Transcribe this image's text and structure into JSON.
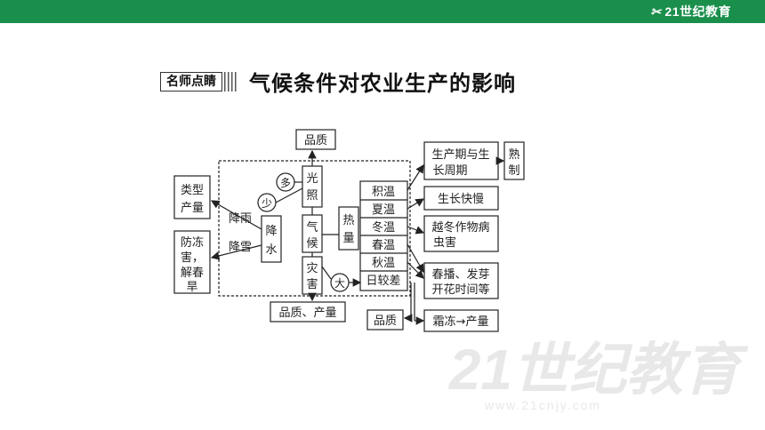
{
  "header": {
    "logo_text": "21世纪教育",
    "logo_mark": "✂"
  },
  "tag": {
    "label": "名师点睛"
  },
  "title": "气候条件对农业生产的影响",
  "watermark": {
    "main": "21世纪教育",
    "url": "www.21cnjy.com"
  },
  "diagram": {
    "pinzhi_top": "品质",
    "guang": "光",
    "zhao": "照",
    "duo": "多",
    "shao": "少",
    "leixing": [
      "类型",
      "产量"
    ],
    "jiangyu": "降雨",
    "jiangxue": "降雪",
    "jiangshui": [
      "降",
      "水"
    ],
    "fangdong": [
      "防冻",
      "害，",
      "解春",
      "旱"
    ],
    "qihou": [
      "气",
      "候"
    ],
    "zaihai": [
      "灾",
      "害"
    ],
    "pinzhi_chanliang": "品质、产量",
    "da": "大",
    "reliang": [
      "热",
      "量"
    ],
    "temps": [
      "积温",
      "夏温",
      "冬温",
      "春温",
      "秋温",
      "日较差"
    ],
    "shengchanqi": [
      "生产期与生",
      "长周期"
    ],
    "shuzhi": [
      "熟",
      "制"
    ],
    "shengzhang": "生长快慢",
    "yuedong": [
      "越冬作物病",
      "虫害"
    ],
    "chunbo": [
      "春播、发芽",
      "开花时间等"
    ],
    "pinzhi_bottom": "品质",
    "shuangdong": "霜冻→产量"
  }
}
